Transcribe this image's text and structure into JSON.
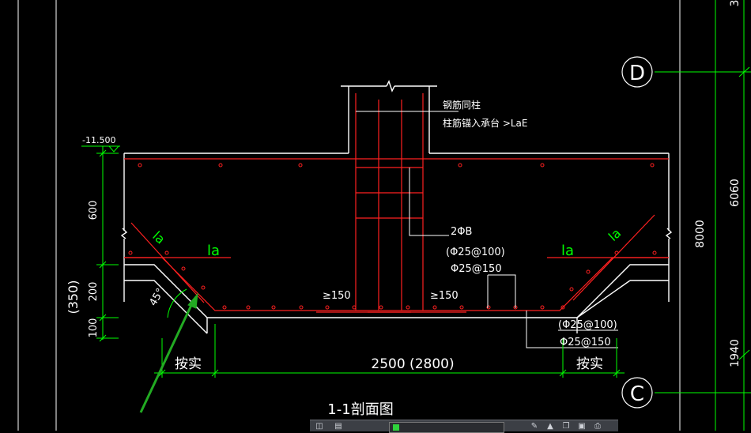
{
  "section_title": "1-1剖面图",
  "elevation": "-11.500",
  "notes": {
    "line1": "钢筋同柱",
    "line2": "柱筋锚入承台 >LaE"
  },
  "rebar": {
    "r_2phi8": "2ΦB",
    "top_upper": "(Φ25@100)",
    "top_lower": "Φ25@150",
    "bot_upper": "(Φ25@100)",
    "bot_lower": "Φ25@150",
    "lap_left": "≥150",
    "lap_right": "≥150",
    "la_left_diag": "la",
    "la_left_horiz": "la",
    "la_right_horiz": "la",
    "la_right_diag": "la"
  },
  "dims": {
    "d600": "600",
    "d200": "200",
    "d100": "100",
    "d350": "(350)",
    "angle": "45°",
    "width": "2500 (2800)",
    "left_as_built": "按实",
    "right_as_built": "按实",
    "right_6060": "6060",
    "right_8000": "8000",
    "right_1940": "1940",
    "top_right_digit": "3"
  },
  "axes": {
    "D": "D",
    "C": "C"
  },
  "colors": {
    "background": "#000000",
    "outline": "#ffffff",
    "rebar": "#ff2020",
    "dimension": "#00ff00",
    "leader": "#ffffff",
    "arrow": "#22aa22"
  }
}
